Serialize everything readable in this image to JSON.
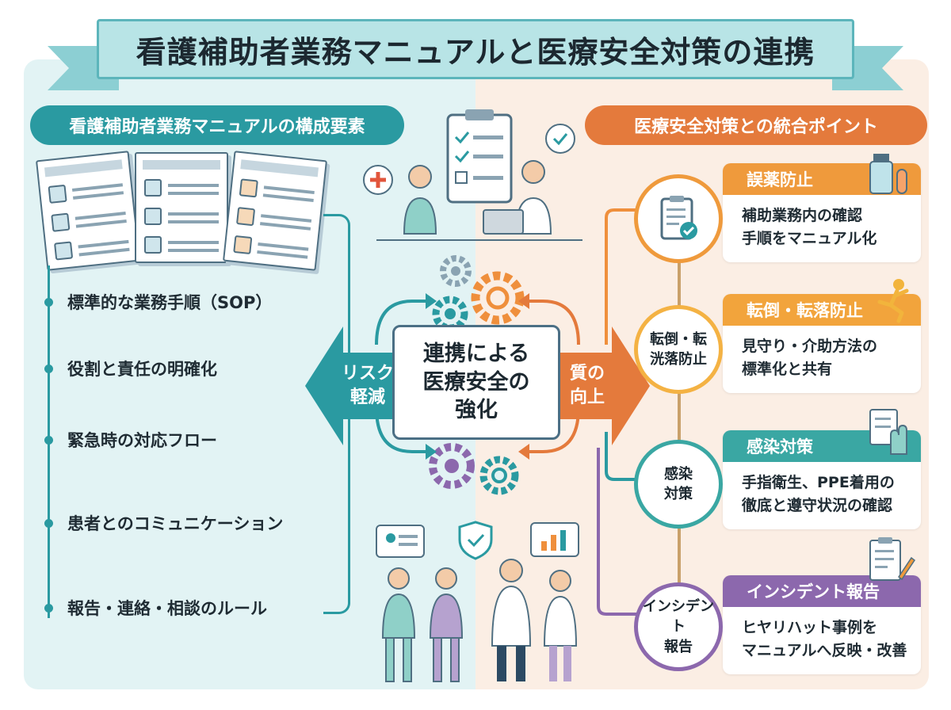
{
  "title": "看護補助者業務マニュアルと医療安全対策の連携",
  "left_header": "看護補助者業務マニュアルの構成要素",
  "right_header": "医療安全対策との統合ポイント",
  "manual_items": [
    "標準的な業務手順（SOP）",
    "役割と責任の明確化",
    "緊急時の対応フロー",
    "患者とのコミュニケーション",
    "報告・連絡・相談のルール"
  ],
  "center": {
    "line1": "連携による",
    "line2": "医療安全の",
    "line3": "強化",
    "left_arrow_l1": "リスク",
    "left_arrow_l2": "軽減",
    "right_arrow_l1": "質の",
    "right_arrow_l2": "向上"
  },
  "points": [
    {
      "circle_l1": "",
      "circle_l2": "",
      "title": "誤薬防止",
      "body_l1": "補助業務内の確認",
      "body_l2": "手順をマニュアル化",
      "color": "#ef9a3c",
      "icon": "clipboard-check-icon"
    },
    {
      "circle_l1": "転倒・転",
      "circle_l2": "洸落防止",
      "title": "転倒・転落防止",
      "body_l1": "見守り・介助方法の",
      "body_l2": "標準化と共有",
      "color": "#f4b243",
      "icon": "falling-person-icon"
    },
    {
      "circle_l1": "感染",
      "circle_l2": "対策",
      "title": "感染対策",
      "body_l1": "手指衛生、PPE着用の",
      "body_l2": "徹底と遵守状況の確認",
      "color": "#3aa7a3",
      "icon": "glove-icon"
    },
    {
      "circle_l1": "インシデント",
      "circle_l2": "報告",
      "title": "インシデント報告",
      "body_l1": "ヒヤリハット事例を",
      "body_l2": "マニュアルへ反映・改善",
      "color": "#8c68ad",
      "icon": "report-pen-icon"
    }
  ],
  "colors": {
    "teal": "#2a9aa1",
    "orange": "#e47a3c",
    "purple": "#8c68ad",
    "yellow": "#f4b243"
  }
}
